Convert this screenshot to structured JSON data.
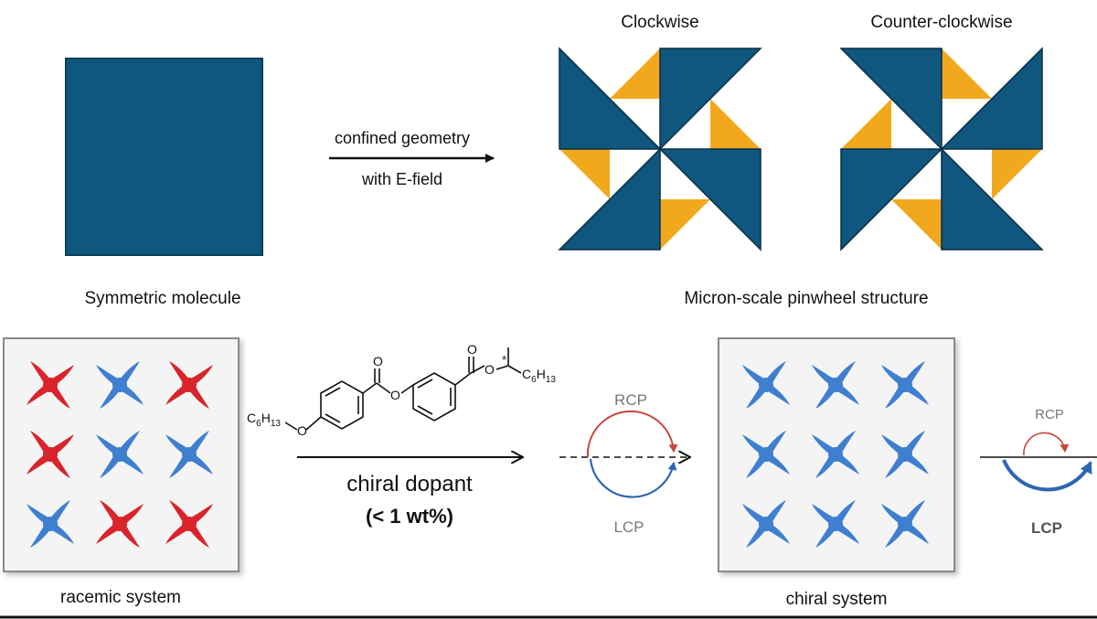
{
  "top": {
    "symmetric_label": "Symmetric molecule",
    "arrow_label_top": "confined geometry",
    "arrow_label_bottom": "with E-field",
    "clockwise_label": "Clockwise",
    "counter_label": "Counter-clockwise",
    "pinwheel_label": "Micron-scale pinwheel structure"
  },
  "bottom": {
    "racemic_label": "racemic system",
    "chiral_label": "chiral system",
    "dopant_label": "chiral dopant",
    "dopant_amount": "(< 1 wt%)",
    "rcp_label": "RCP",
    "lcp_label": "LCP",
    "rcp_label_right": "RCP",
    "lcp_label_right": "LCP",
    "racemic_grid": [
      [
        "red",
        "blue",
        "red"
      ],
      [
        "red",
        "blue",
        "blue"
      ],
      [
        "blue",
        "red",
        "red"
      ]
    ],
    "chiral_grid": [
      [
        "blue",
        "blue",
        "blue"
      ],
      [
        "blue",
        "blue",
        "blue"
      ],
      [
        "blue",
        "blue",
        "blue"
      ]
    ],
    "formula": {
      "left_group": "C6H13",
      "right_group": "C6H13",
      "star": "*"
    }
  },
  "colors": {
    "teal": "#0f577e",
    "orange": "#f2a81d",
    "red": "#d8242a",
    "blue": "#3f7fd0",
    "rcp": "#c8463f",
    "lcp": "#2e66b0"
  }
}
